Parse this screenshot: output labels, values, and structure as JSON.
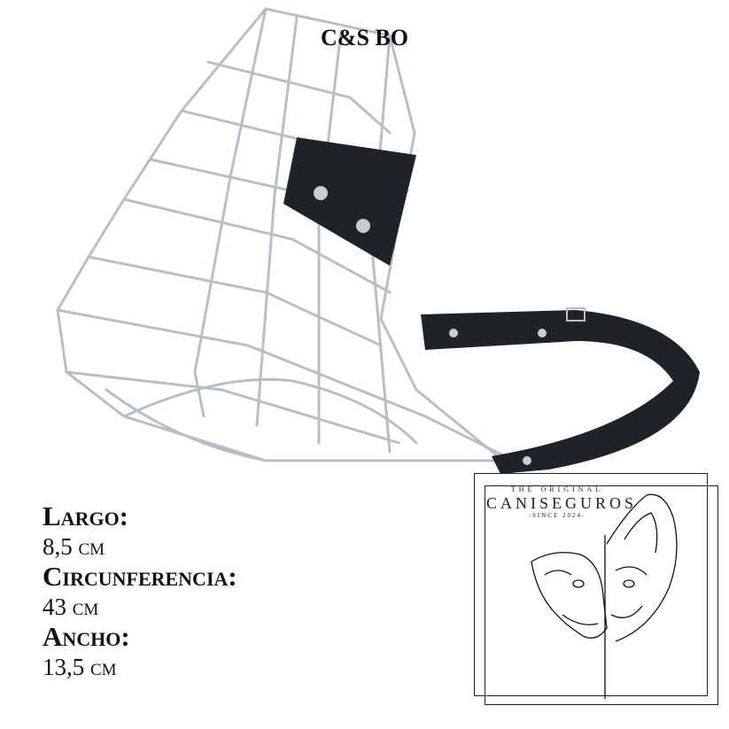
{
  "title": "C&S BO",
  "specs": [
    {
      "label": "Largo:",
      "value": "8,5 cm"
    },
    {
      "label": "Circunferencia:",
      "value": "43 cm"
    },
    {
      "label": "Ancho:",
      "value": "13,5 cm"
    }
  ],
  "logo": {
    "tagline": "THE ORIGINAL",
    "brand": "CANISEGUROS",
    "since": "-SINCE 2024-"
  },
  "colors": {
    "wire": "#b9bec4",
    "leather": "#1e2328",
    "text": "#111111"
  }
}
